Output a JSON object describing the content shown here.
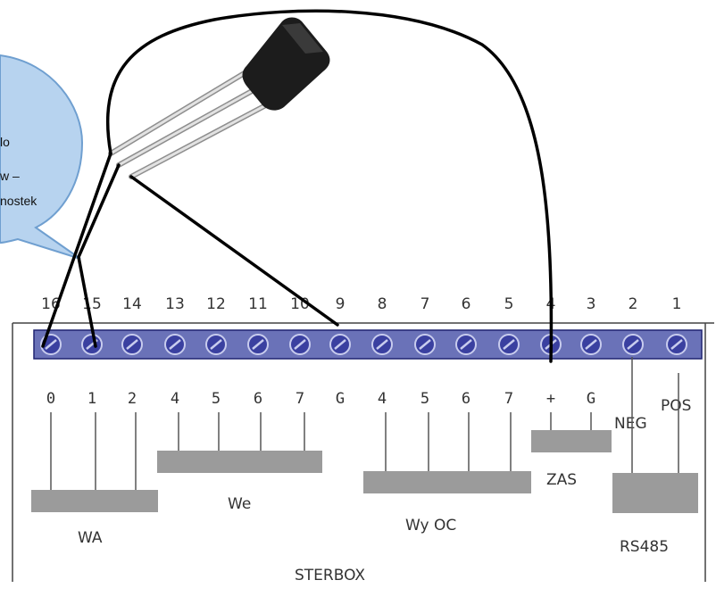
{
  "speech_bubble": {
    "lines": [
      "lo",
      "w –",
      "nostek"
    ]
  },
  "terminal_numbers": [
    "16",
    "15",
    "14",
    "13",
    "12",
    "11",
    "10",
    "9",
    "8",
    "7",
    "6",
    "5",
    "4",
    "3",
    "2",
    "1"
  ],
  "terminal_labels": [
    "0",
    "1",
    "2",
    "4",
    "5",
    "6",
    "7",
    "G",
    "4",
    "5",
    "6",
    "7",
    "+",
    "G",
    "NEG",
    "POS"
  ],
  "groups": {
    "wa": "WA",
    "we": "We",
    "wy_oc": "Wy OC",
    "zas": "ZAS",
    "rs485": "RS485"
  },
  "device_label": "STERBOX",
  "colors": {
    "terminal_block": "#6a72b8",
    "screw": "#3a40a0",
    "group_bar": "#9b9b9b",
    "wire": "#000000",
    "bubble_fill": "#b7d3ef",
    "bubble_stroke": "#6f9fd0",
    "transistor_body": "#1c1c1c"
  }
}
